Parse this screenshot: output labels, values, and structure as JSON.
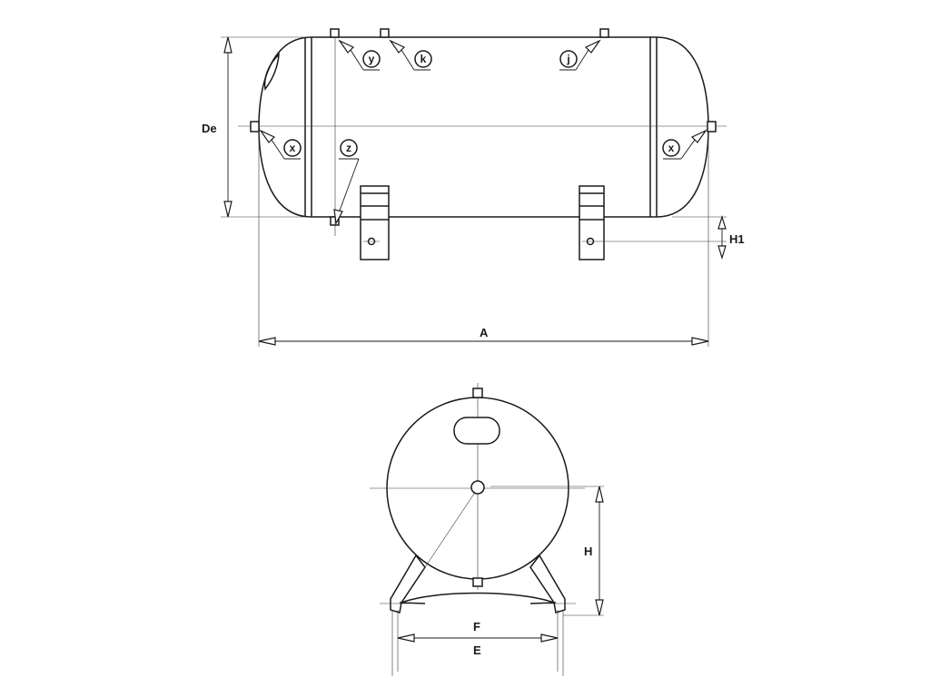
{
  "side_view": {
    "dimensions": {
      "diameter": "De",
      "length": "A",
      "foot_height": "H1"
    },
    "connections": {
      "y": "y",
      "k": "k",
      "j": "j",
      "x_left": "x",
      "x_right": "x",
      "z": "z"
    }
  },
  "end_view": {
    "dimensions": {
      "height": "H",
      "inner_width": "F",
      "outer_width": "E"
    }
  }
}
